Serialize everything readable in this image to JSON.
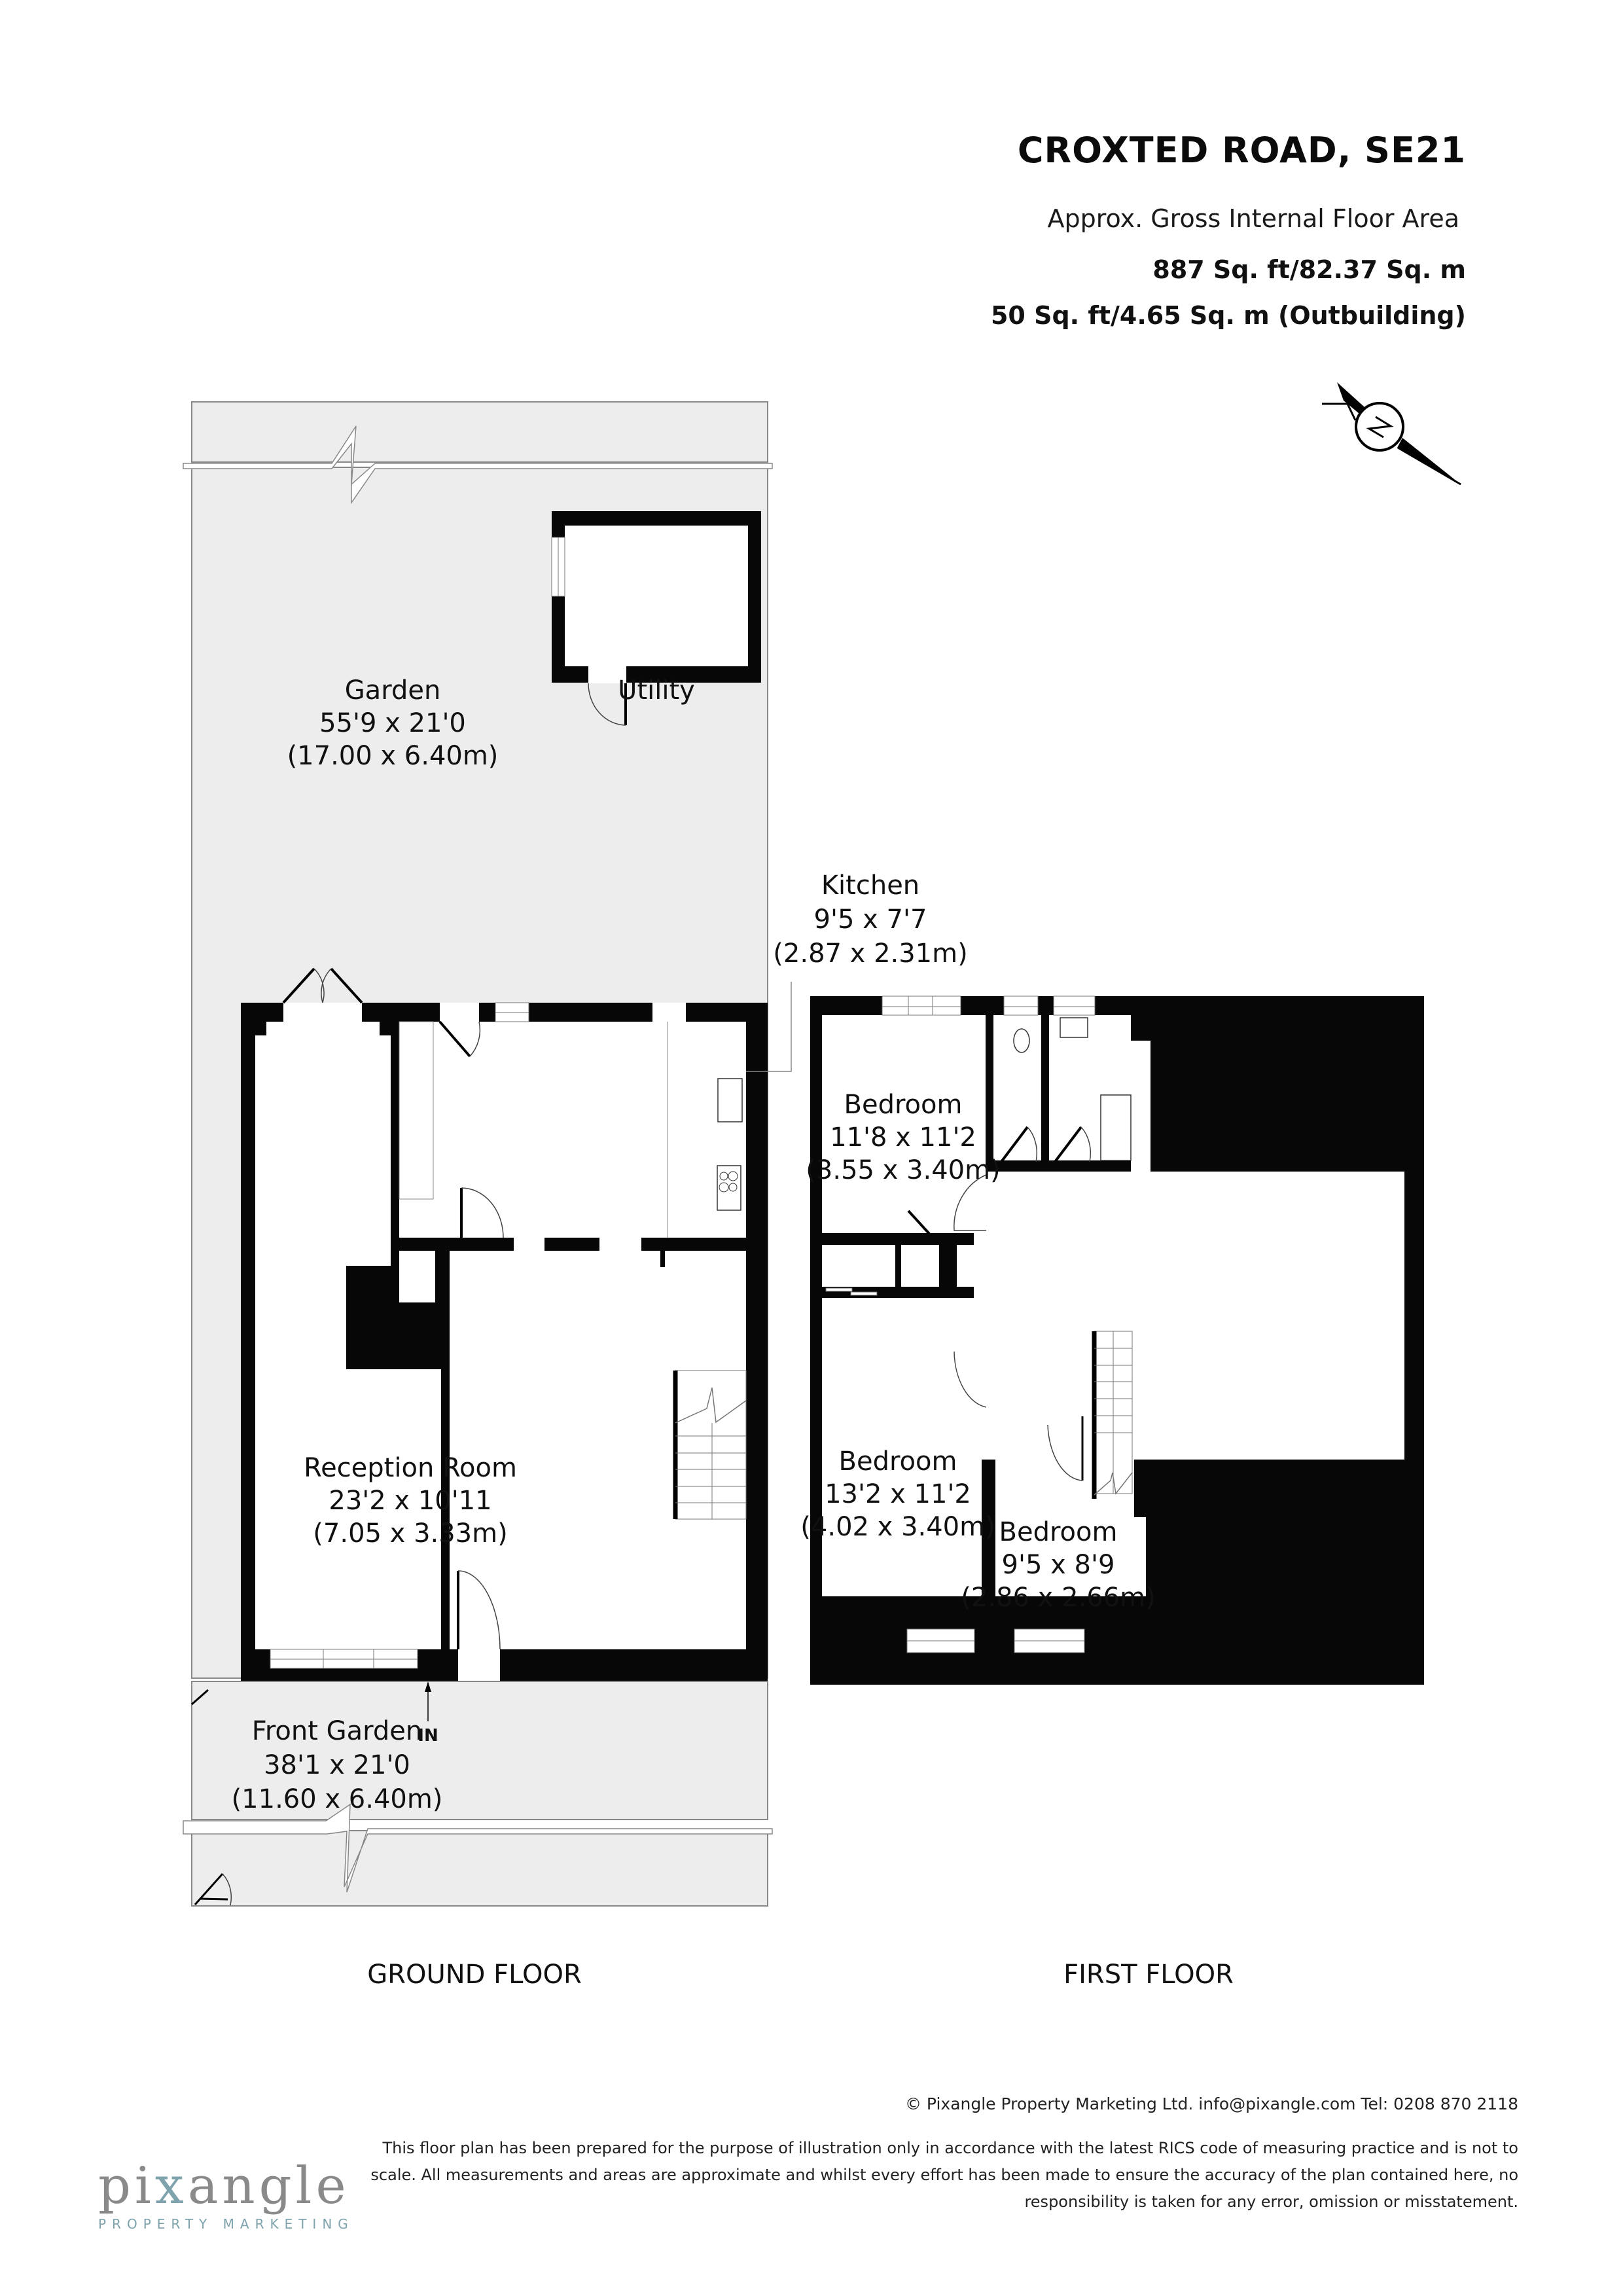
{
  "header": {
    "title": "CROXTED ROAD, SE21",
    "subtitle": "Approx. Gross Internal Floor Area",
    "area_main": "887 Sq. ft/82.37 Sq. m",
    "area_outbuilding": "50 Sq. ft/4.65 Sq. m (Outbuilding)"
  },
  "compass": {
    "icon": "north-arrow-compass-icon",
    "letter": "N"
  },
  "colors": {
    "wall": "#070707",
    "garden_fill": "#ededee",
    "room_fill": "#ffffff",
    "logo_accent": "#7fa3ad",
    "logo_gray": "#8a8a8a"
  },
  "ground_floor": {
    "label": "GROUND FLOOR",
    "entrance_label": "IN",
    "rooms": {
      "garden": {
        "name": "Garden",
        "imperial": "55'9 x 21'0",
        "metric": "(17.00 x 6.40m)"
      },
      "utility": {
        "name": "Utility"
      },
      "kitchen": {
        "name": "Kitchen",
        "imperial": "9'5 x 7'7",
        "metric": "(2.87 x 2.31m)"
      },
      "reception": {
        "name": "Reception Room",
        "imperial": "23'2 x 10'11",
        "metric": "(7.05 x 3.33m)"
      },
      "front_garden": {
        "name": "Front Garden",
        "imperial": "38'1 x 21'0",
        "metric": "(11.60 x 6.40m)"
      }
    }
  },
  "first_floor": {
    "label": "FIRST FLOOR",
    "rooms": {
      "bedroom1": {
        "name": "Bedroom",
        "imperial": "11'8 x 11'2",
        "metric": "(3.55 x 3.40m)"
      },
      "bedroom2": {
        "name": "Bedroom",
        "imperial": "13'2 x 11'2",
        "metric": "(4.02 x 3.40m)"
      },
      "bedroom3": {
        "name": "Bedroom",
        "imperial": "9'5 x 8'9",
        "metric": "(2.86 x 2.66m)"
      }
    }
  },
  "footer": {
    "copyright": "© Pixangle Property Marketing Ltd. info@pixangle.com Tel: 0208 870 2118",
    "disclaimer": "This floor plan has been prepared for the purpose of illustration only in accordance with the latest RICS code of measuring practice and is not to scale. All measurements and areas are approximate and whilst every effort has been made to ensure the accuracy of the plan contained here, no responsibility is taken for any error, omission or misstatement.",
    "logo_word_pre": "pi",
    "logo_word_x": "x",
    "logo_word_post": "angle",
    "logo_sub": "PROPERTY MARKETING"
  }
}
